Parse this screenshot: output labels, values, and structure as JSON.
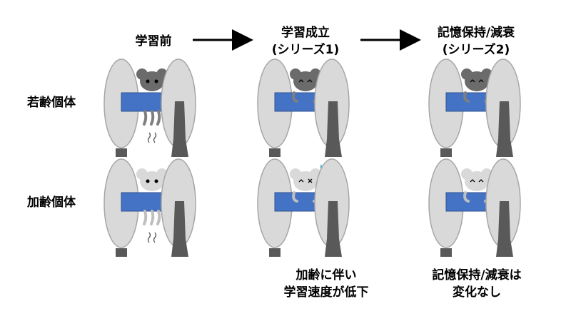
{
  "columns": [
    {
      "line1": "学習前",
      "line2": ""
    },
    {
      "line1": "学習成立",
      "line2": "(シリーズ1)"
    },
    {
      "line1": "記憶保持/減衰",
      "line2": "(シリーズ2)"
    }
  ],
  "rows": [
    {
      "label": "若齢個体"
    },
    {
      "label": "加齢個体"
    }
  ],
  "captions": [
    {
      "line1": "加齢に伴い",
      "line2": "学習速度が低下"
    },
    {
      "line1": "記憶保持/減衰は",
      "line2": "変化なし"
    }
  ],
  "colors": {
    "young_mouse": "#6b6b6b",
    "aged_mouse": "#d9d9d9",
    "rod": "#4472c4",
    "disc": "#d9d9d9",
    "post": "#595959",
    "sweat": "#5bc0de"
  }
}
